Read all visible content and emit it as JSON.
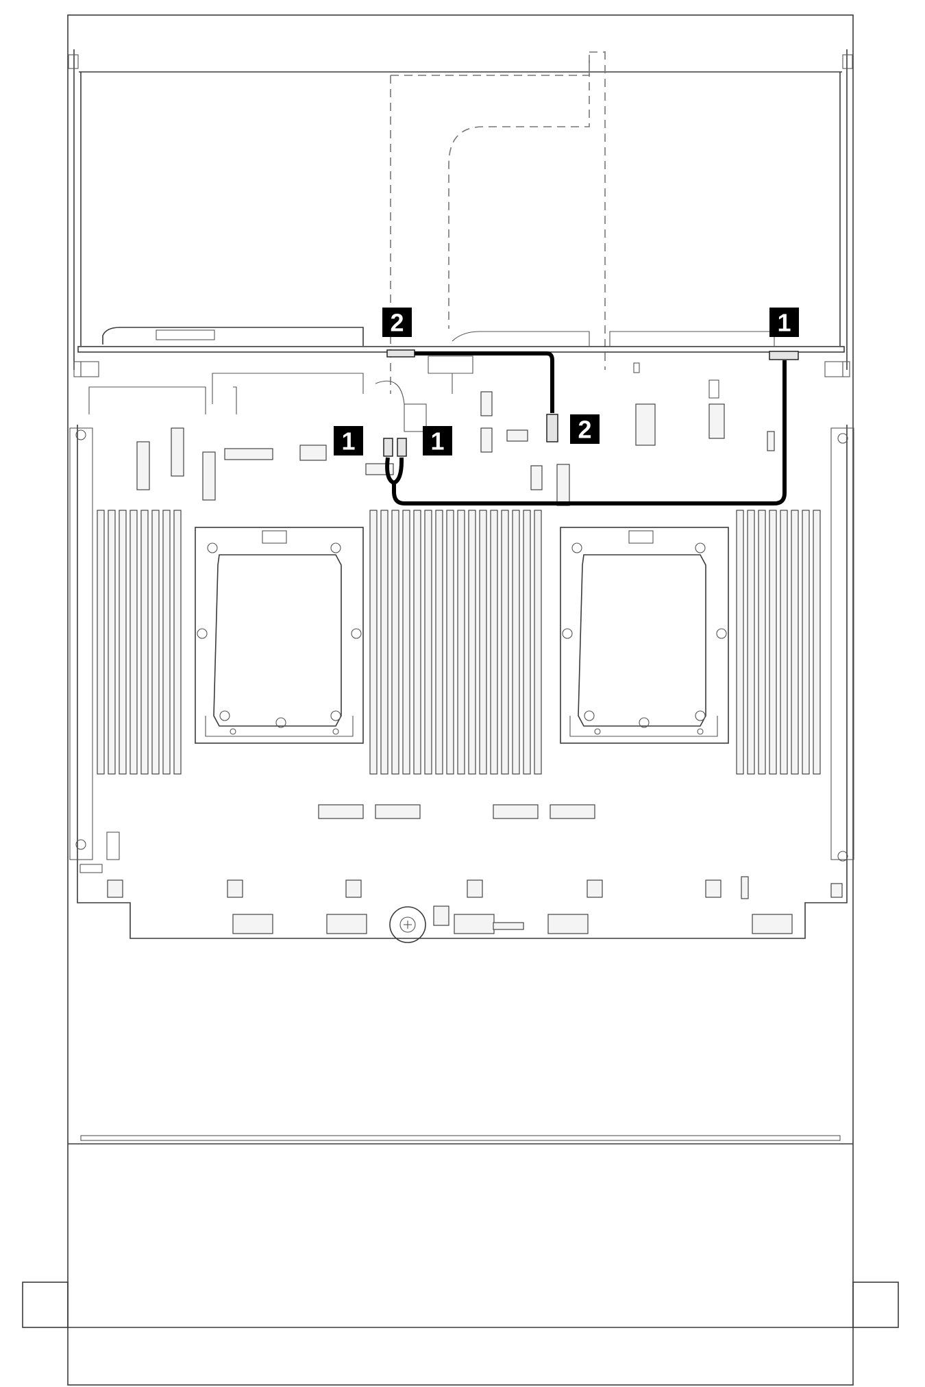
{
  "colors": {
    "cable": "#000000",
    "callout_fill": "#000000",
    "callout_text": "#ffffff",
    "line": "#3a3a3a"
  },
  "callouts": [
    {
      "label": "2",
      "target": "riser-top-connector"
    },
    {
      "label": "1",
      "target": "riser-right-connector"
    },
    {
      "label": "1",
      "target": "system-board-connector-left"
    },
    {
      "label": "1",
      "target": "system-board-connector-right"
    },
    {
      "label": "2",
      "target": "system-board-connector-middle"
    }
  ]
}
